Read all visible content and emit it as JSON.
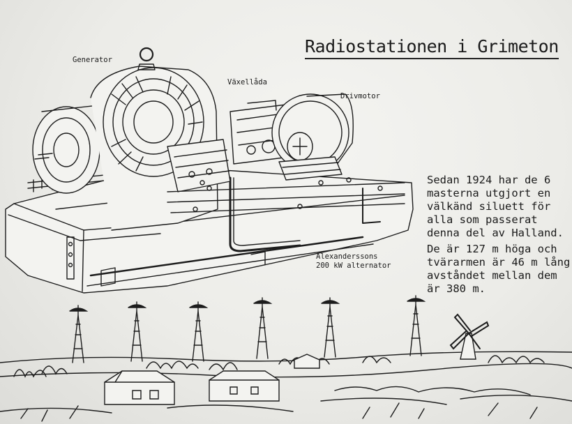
{
  "title": "Radiostationen i Grimeton",
  "labels": {
    "generator": "Generator",
    "gearbox": "Växellåda",
    "drive_motor": "Drivmotor",
    "alternator_line1": "Alexanderssons",
    "alternator_line2": "200 kW alternator"
  },
  "paragraph1": [
    "Sedan 1924 har de 6",
    "masterna utgjort en",
    "välkänd siluett för",
    "alla som passerat",
    "denna del av Halland."
  ],
  "paragraph2": [
    "De är 127 m höga och",
    "tvärarmen är 46 m lång.",
    "avståndet mellan dem",
    "är 380 m."
  ],
  "illustrations": {
    "machine": "alternator-drawing",
    "landscape": "masts-landscape-drawing",
    "windmill": "windmill-icon"
  }
}
